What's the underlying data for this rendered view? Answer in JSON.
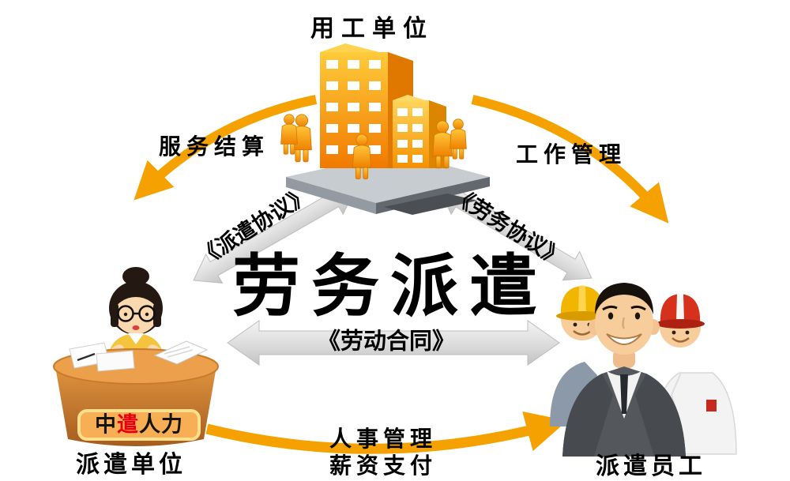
{
  "diagram": {
    "title": "劳务派遣",
    "employer": {
      "label": "用工单位"
    },
    "dispatch_unit": {
      "label": "派遣单位"
    },
    "workers": {
      "label": "派遣员工"
    },
    "brand": {
      "black_left": "中",
      "red": "遣",
      "black_right": "人力"
    },
    "relations": {
      "service_settlement": "服务结算",
      "work_management": "工作管理",
      "dispatch_agreement": "《派遣协议》",
      "labor_service_agreement": "《劳务协议》",
      "labor_contract": "《劳动合同》",
      "personnel_management": "人事管理",
      "salary_payment": "薪资支付"
    },
    "colors": {
      "arrow_orange": "#F5A100",
      "arrow_gray": "#DEDEDE",
      "building_orange": "#FF9900",
      "desk_orange": "#C87B2C",
      "brand_red": "#E60012",
      "text": "#000000"
    }
  }
}
